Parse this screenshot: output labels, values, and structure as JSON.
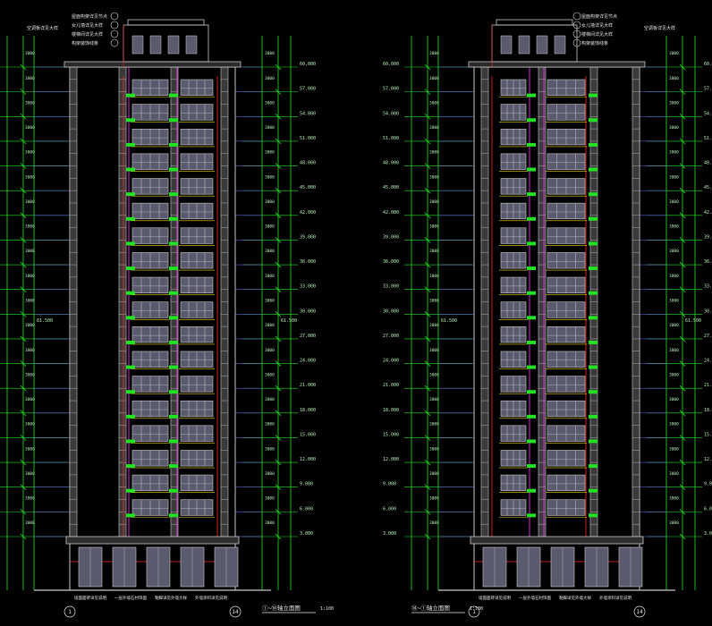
{
  "drawing": {
    "background": "#000000",
    "colors": {
      "dim": "#22e322",
      "dim_text": "#b8f0b8",
      "note": "#e6e6e6",
      "wall": "#c9c9c9",
      "window": "#8a8a8a",
      "glass": "#5a5a6e",
      "red": "#ff2a2a",
      "magenta": "#ff3cff",
      "blue": "#6f6fff",
      "yellow": "#f0d020"
    },
    "floors": 19,
    "level_marks": [
      "3.000",
      "6.000",
      "9.000",
      "12.000",
      "15.000",
      "18.000",
      "21.000",
      "24.000",
      "27.000",
      "30.000",
      "33.000",
      "36.000",
      "39.000",
      "42.000",
      "45.000",
      "48.000",
      "51.000",
      "54.000",
      "57.000",
      "60.000"
    ],
    "elevation_left": {
      "title": "①~⑭轴立面图",
      "scale": "1:100",
      "axis_start": "1",
      "axis_end": "14",
      "notes_top": [
        "屋面构架详见节点",
        "女儿墙详见大样",
        "楼梯间详见大样",
        "构架装饰线条"
      ],
      "notes_bottom": [
        "墙面面砖详见说明",
        "一层外墙石材饰面",
        "勒脚详见外墙大样",
        "外墙涂料详见说明"
      ],
      "side_note": "空调板详见大样"
    },
    "elevation_right": {
      "title": "⑭~①轴立面图",
      "scale": "1:100",
      "axis_start": "14",
      "axis_end": "1",
      "notes_top": [
        "屋面构架详见节点",
        "女儿墙详见大样",
        "楼梯间详见大样",
        "构架装饰线条"
      ],
      "notes_bottom": [
        "墙面面砖详见说明",
        "一层外墙石材饰面",
        "勒脚详见外墙大样",
        "外墙涂料详见说明"
      ],
      "side_note": "空调板详见大样"
    },
    "total_height_label": "61.500"
  }
}
